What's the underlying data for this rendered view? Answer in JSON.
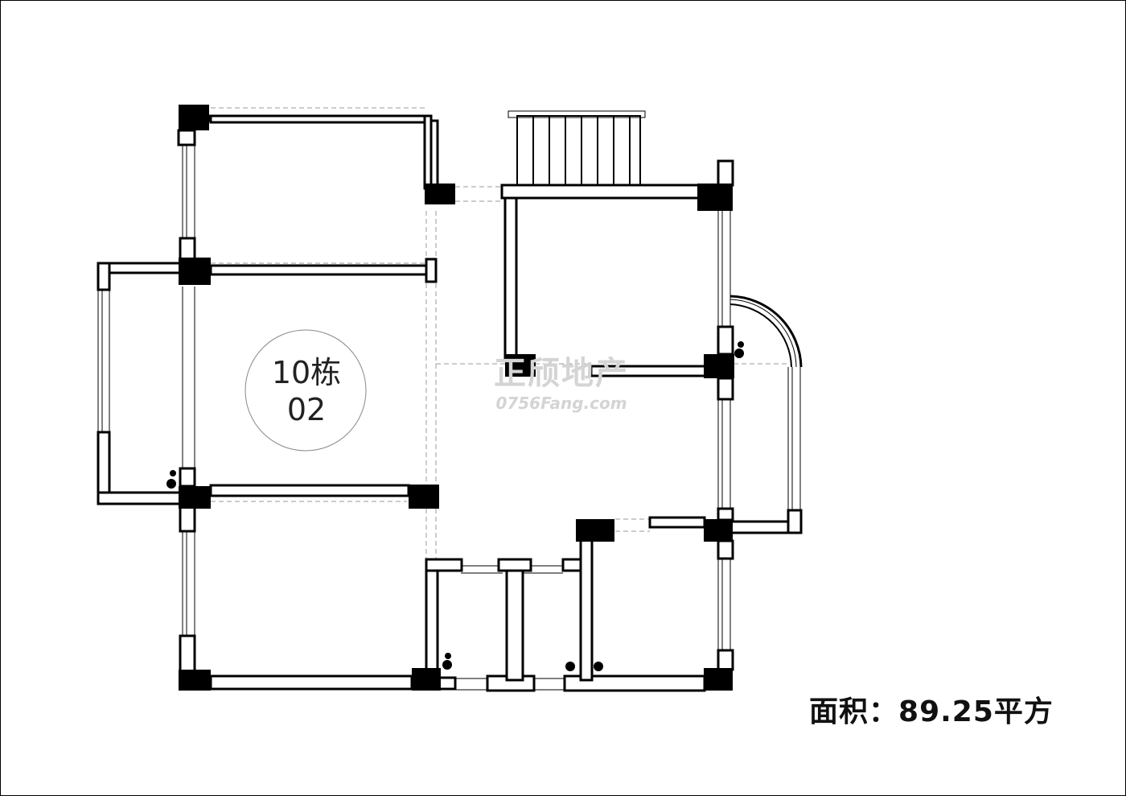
{
  "unit": {
    "building": "10栋",
    "number": "02"
  },
  "area": {
    "label": "面积：",
    "value": "89.25平方"
  },
  "watermark": {
    "name": "正颀地产",
    "site": "0756Fang.com"
  },
  "colors": {
    "wall": "#000000",
    "background": "#ffffff",
    "watermark": "#d4d4d4"
  }
}
